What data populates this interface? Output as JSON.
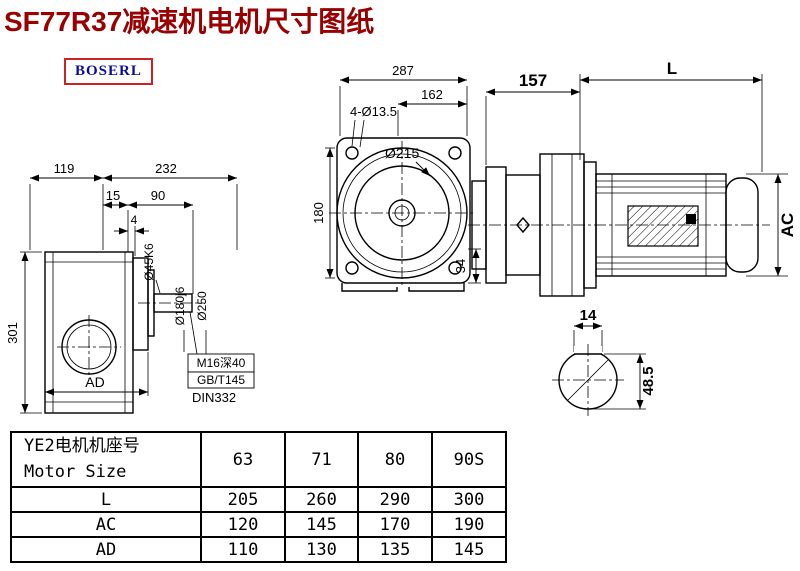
{
  "title": "SF77R37减速机电机尺寸图纸",
  "brand": "BOSERL",
  "colors": {
    "title": "#990000",
    "brand_text": "#0b0b99",
    "brand_border": "#d02020",
    "line": "#000000"
  },
  "drawing": {
    "front": {
      "overall_width": "287",
      "inner_width": "162",
      "corner_holes": "4-Ø13.5",
      "flange_dia": "Ø215",
      "height": "180",
      "foot_height": "34"
    },
    "motor": {
      "adapter_length": "157",
      "length_label": "L",
      "height_label": "AC"
    },
    "shaft_end": {
      "key_width": "14",
      "key_height": "48.5"
    },
    "side": {
      "dim_119": "119",
      "dim_232": "232",
      "dim_15": "15",
      "dim_90": "90",
      "dim_4": "4",
      "height": "301",
      "foot_label": "AD",
      "shaft_dia": "Ø45K6",
      "spigot_dia": "Ø180j6",
      "flange_dia": "Ø250",
      "tap_note": "M16深40",
      "standard_1": "GB/T145",
      "standard_2": "DIN332"
    }
  },
  "table": {
    "header": {
      "line1": "YE2电机机座号",
      "line2": "Motor Size"
    },
    "sizes": [
      "63",
      "71",
      "80",
      "90S"
    ],
    "rows": [
      {
        "label": "L",
        "values": [
          "205",
          "260",
          "290",
          "300"
        ]
      },
      {
        "label": "AC",
        "values": [
          "120",
          "145",
          "170",
          "190"
        ]
      },
      {
        "label": "AD",
        "values": [
          "110",
          "130",
          "135",
          "145"
        ]
      }
    ]
  }
}
